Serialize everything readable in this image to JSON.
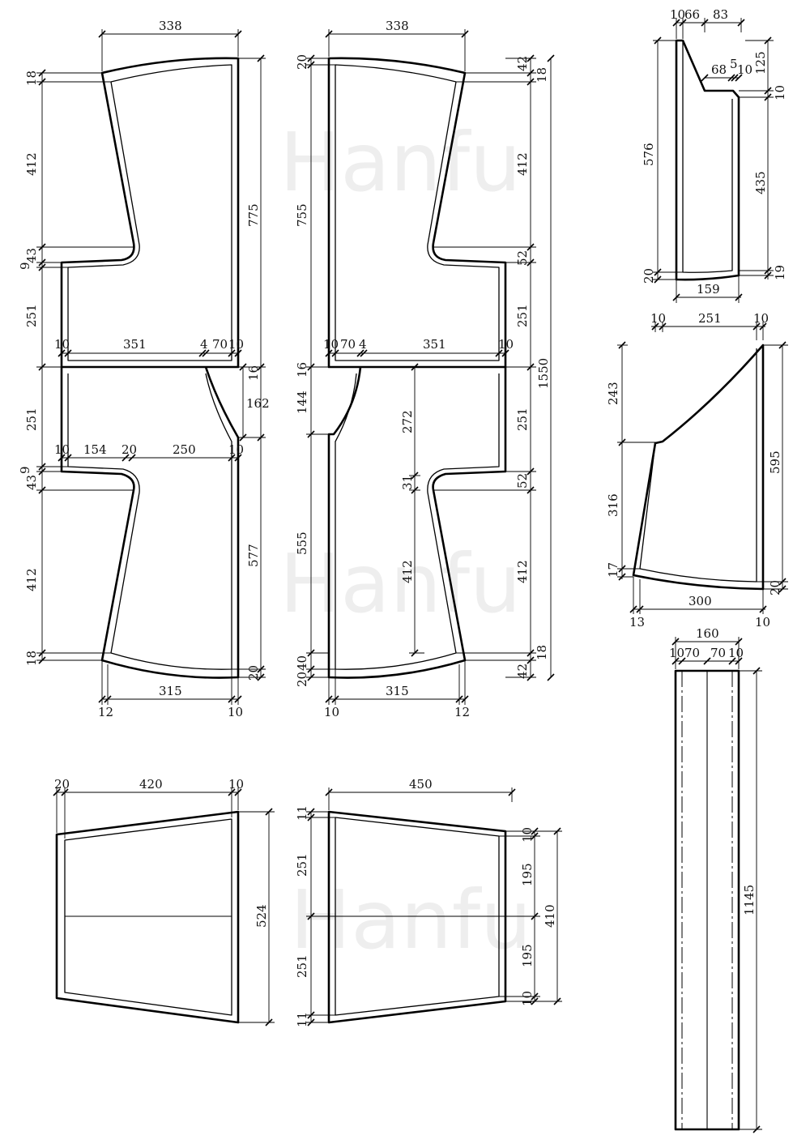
{
  "watermark": "Hanfu",
  "colors": {
    "line": "#000000",
    "watermark": "#eeeeee",
    "background": "#ffffff"
  },
  "panels": {
    "front_bodice": {
      "top_width": "338",
      "hem_width": "315",
      "hem_left": "12",
      "hem_right": "10",
      "sleeve_top": "18",
      "sleeve_length_upper": "412",
      "cuff_upper": "43",
      "cuff_gap_upper": "9",
      "shoulder_upper": "251",
      "shoulder_lower": "251",
      "cuff_lower": "43",
      "cuff_gap_lower": "9",
      "sleeve_length_lower": "412",
      "sleeve_bottom": "18",
      "front_length": "775",
      "back_length": "577",
      "collar_drop": "16",
      "collar_depth": "162",
      "collar_row": [
        "10",
        "351",
        "4",
        "70",
        "10"
      ],
      "chest_row": [
        "10",
        "154",
        "20",
        "250",
        "10"
      ],
      "hem_seam": "20"
    },
    "back_bodice": {
      "top_width": "338",
      "hem_width": "315",
      "hem_left": "10",
      "hem_right": "12",
      "top_seam": "20",
      "upper_length": "755",
      "collar_drop": "16",
      "collar_depth": "144",
      "lower_length": "555",
      "hem_seam_a": "20",
      "hem_seam_b": "40",
      "collar_row": [
        "10",
        "70",
        "4",
        "351",
        "10"
      ],
      "center_a": "272",
      "center_b": "31",
      "center_c": "412",
      "right_top": "42",
      "right_seam_top": "18",
      "right_sleeve_upper": "412",
      "right_cuff_upper": "52",
      "right_shoulder_upper": "251",
      "right_shoulder_lower": "251",
      "right_cuff_lower": "52",
      "right_sleeve_lower": "412",
      "right_seam_bottom": "18",
      "right_bottom": "42",
      "total_length": "1550"
    },
    "collar_piece": {
      "top_left": "10",
      "top_mid": "66",
      "top_right": "83",
      "step_a": "68",
      "step_b": "5",
      "step_c": "10",
      "right_top": "125",
      "right_seam": "10",
      "right_body": "435",
      "right_bottom": "19",
      "left_height": "576",
      "left_bottom": "20",
      "bottom_width": "159"
    },
    "gusset": {
      "top_left": "10",
      "top_width": "251",
      "top_right": "10",
      "left_upper": "243",
      "left_lower": "316",
      "left_bottom": "17",
      "right_height": "595",
      "right_bottom": "20",
      "bottom_width": "300",
      "bottom_left": "13",
      "bottom_right": "10"
    },
    "band": {
      "total_width": "160",
      "parts": [
        "10",
        "70",
        "70",
        "10"
      ],
      "length": "1145"
    },
    "skirt_left": {
      "top_left": "20",
      "top_width": "420",
      "top_right": "10",
      "height": "524"
    },
    "skirt_right": {
      "top_width": "450",
      "left_top": "11",
      "left_upper": "251",
      "left_lower": "251",
      "left_bottom": "11",
      "right_top": "10",
      "right_upper": "195",
      "right_lower": "195",
      "right_bottom": "10",
      "right_total": "410"
    }
  }
}
